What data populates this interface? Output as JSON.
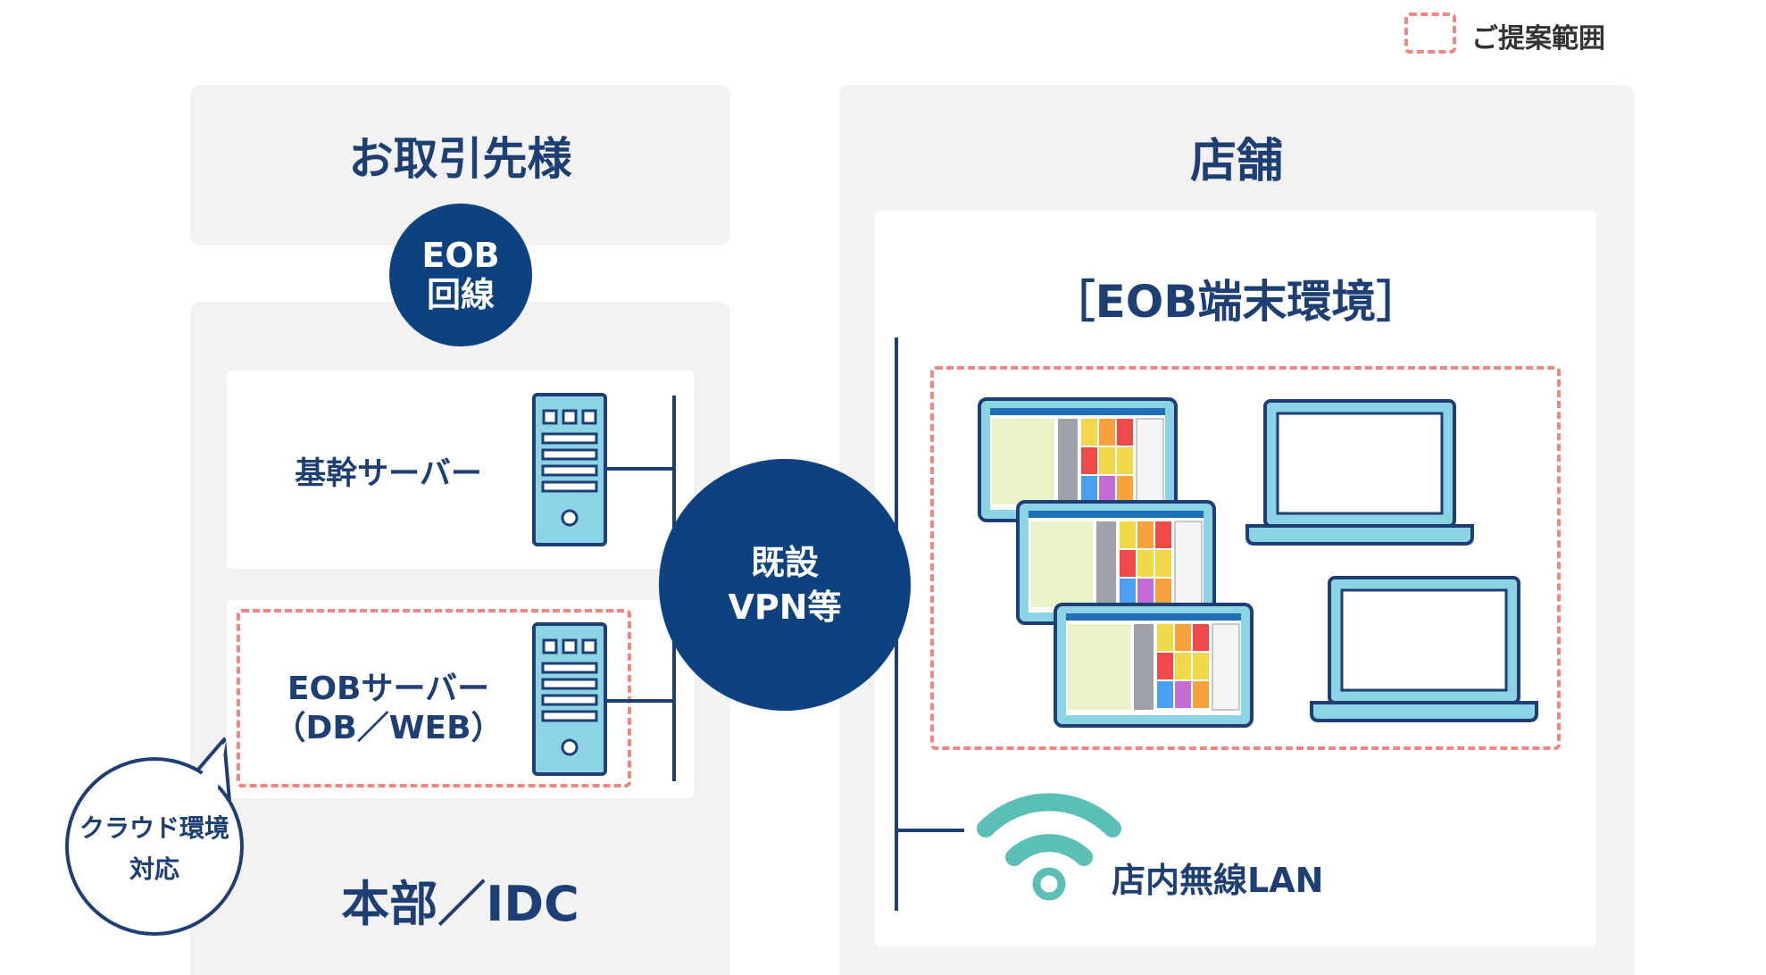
{
  "legend": {
    "label": "ご提案範囲"
  },
  "client": {
    "title": "お取引先様"
  },
  "eob_line": {
    "line1": "EOB",
    "line2": "回線"
  },
  "hq": {
    "title": "本部／IDC",
    "core_server_label": "基幹サーバー",
    "eob_server_line1": "EOBサーバー",
    "eob_server_line2": "（DB／WEB）"
  },
  "bubble": {
    "line1": "クラウド環境",
    "line2": "対応"
  },
  "vpn": {
    "line1": "既設",
    "line2": "VPN等"
  },
  "store": {
    "title": "店舗",
    "env_title": "［EOB端末環境］",
    "wifi_label": "店内無線LAN"
  },
  "colors": {
    "navy": "#0d4180",
    "text": "#1d3f73",
    "dashed": "#ef8780",
    "panel": "#f2f2f2",
    "device_fill": "#8dd3e6",
    "device_stroke": "#1d3f73",
    "wifi": "#5bbfb8"
  }
}
